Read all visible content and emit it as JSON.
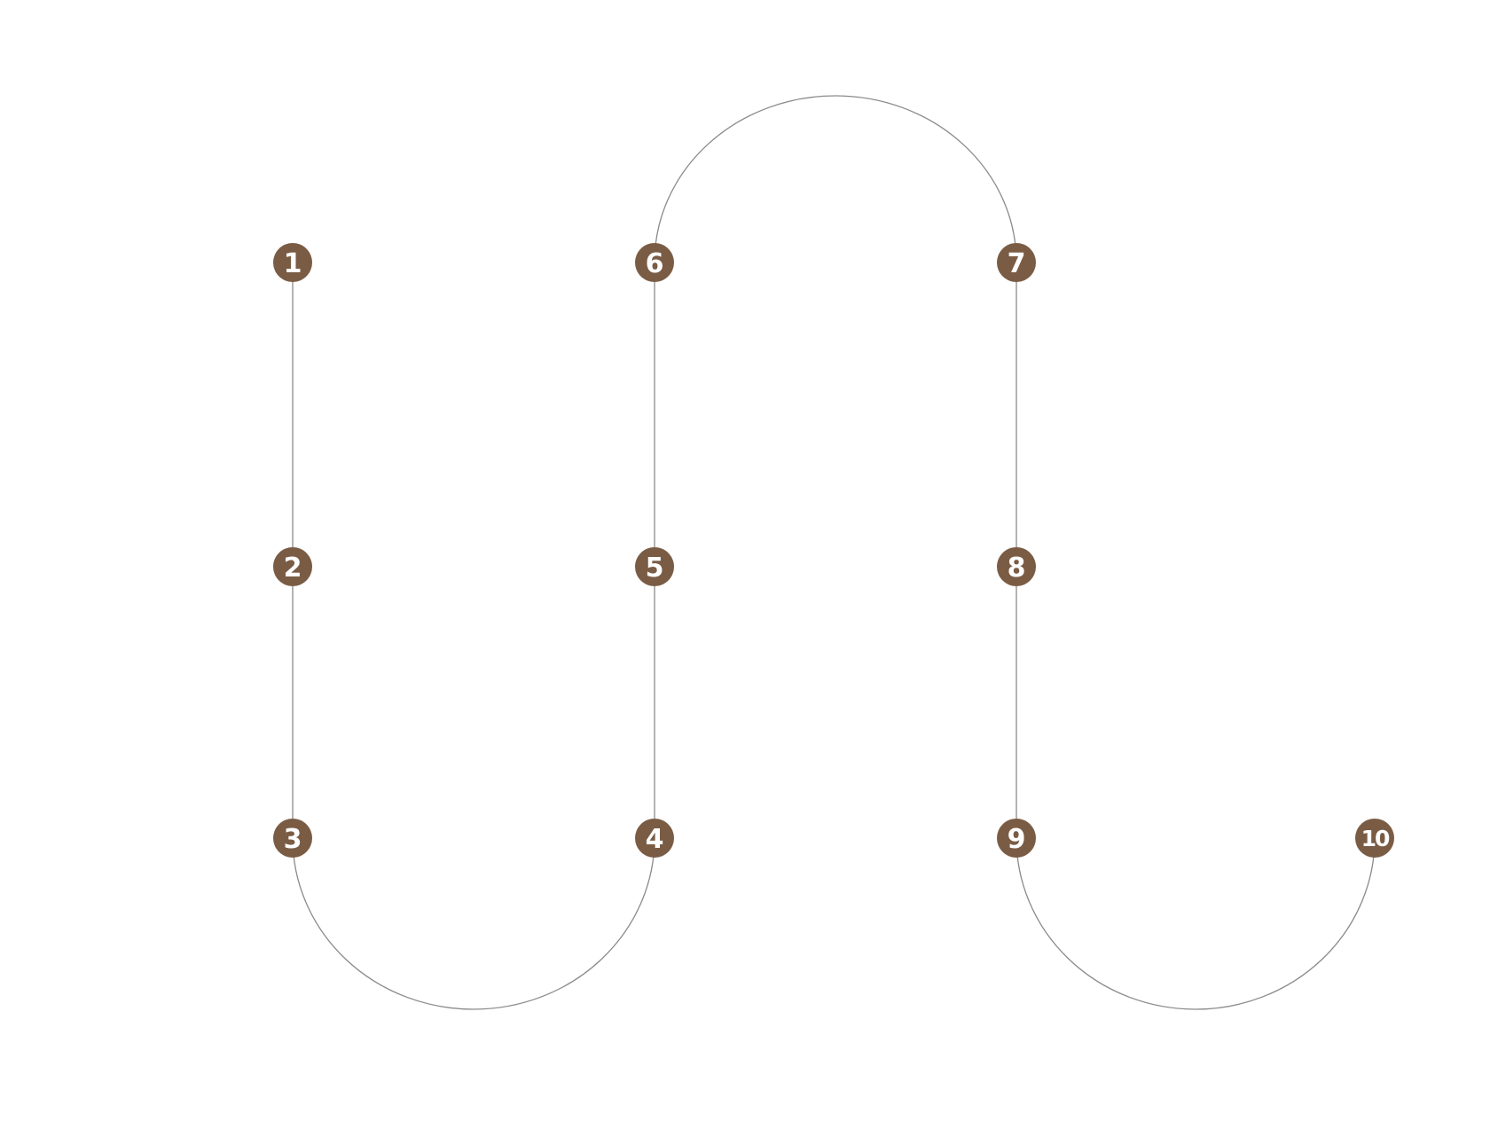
{
  "diagram": {
    "node_color": "#7a5c45",
    "line_color": "#8a8a8a",
    "nodes": [
      {
        "label": "1"
      },
      {
        "label": "2"
      },
      {
        "label": "3"
      },
      {
        "label": "4"
      },
      {
        "label": "5"
      },
      {
        "label": "6"
      },
      {
        "label": "7"
      },
      {
        "label": "8"
      },
      {
        "label": "9"
      },
      {
        "label": "10"
      }
    ]
  }
}
